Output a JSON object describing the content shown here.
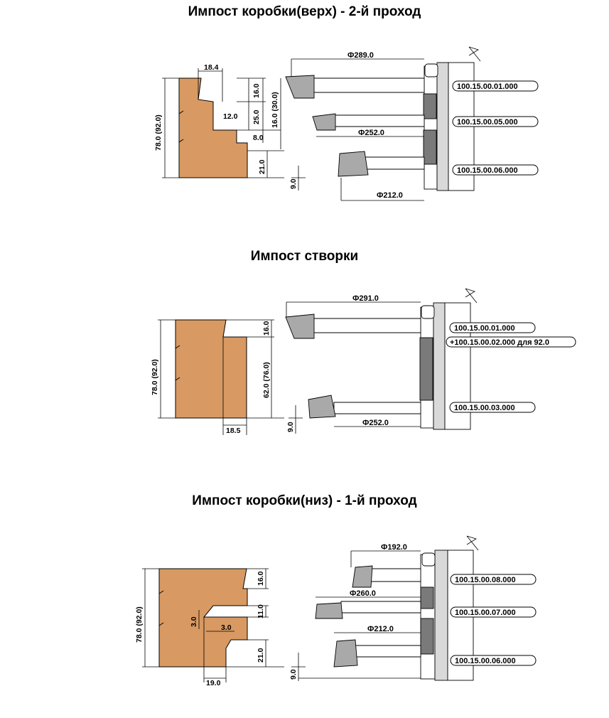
{
  "colors": {
    "wood": "#d89a62",
    "tool_dark": "#7a7a7a",
    "tool_mid": "#a9a9a9",
    "tool_light": "#d9d9d9",
    "line": "#000000"
  },
  "sections": [
    {
      "title": "Импост коробки(верх) - 2-й проход",
      "dimensions": [
        "18.4",
        "16.0",
        "25.0",
        "16.0 (30.0)",
        "12.0",
        "8.0",
        "21.0",
        "78.0 (92.0)",
        "9.0"
      ],
      "diameters": [
        "Ф289.0",
        "Ф252.0",
        "Ф212.0"
      ],
      "part_numbers": [
        "100.15.00.01.000",
        "100.15.00.05.000",
        "100.15.00.06.000"
      ]
    },
    {
      "title": "Импост створки",
      "dimensions": [
        "16.0",
        "62.0 (76.0)",
        "78.0 (92.0)",
        "18.5",
        "9.0"
      ],
      "diameters": [
        "Ф291.0",
        "Ф252.0"
      ],
      "part_numbers": [
        "100.15.00.01.000",
        "+100.15.00.02.000 для 92.0",
        "100.15.00.03.000"
      ]
    },
    {
      "title": "Импост коробки(низ) - 1-й проход",
      "dimensions": [
        "16.0",
        "11.0",
        "3.0",
        "3.0",
        "21.0",
        "78.0 (92.0)",
        "19.0",
        "9.0"
      ],
      "diameters": [
        "Ф192.0",
        "Ф260.0",
        "Ф212.0"
      ],
      "part_numbers": [
        "100.15.00.08.000",
        "100.15.00.07.000",
        "100.15.00.06.000"
      ]
    }
  ]
}
